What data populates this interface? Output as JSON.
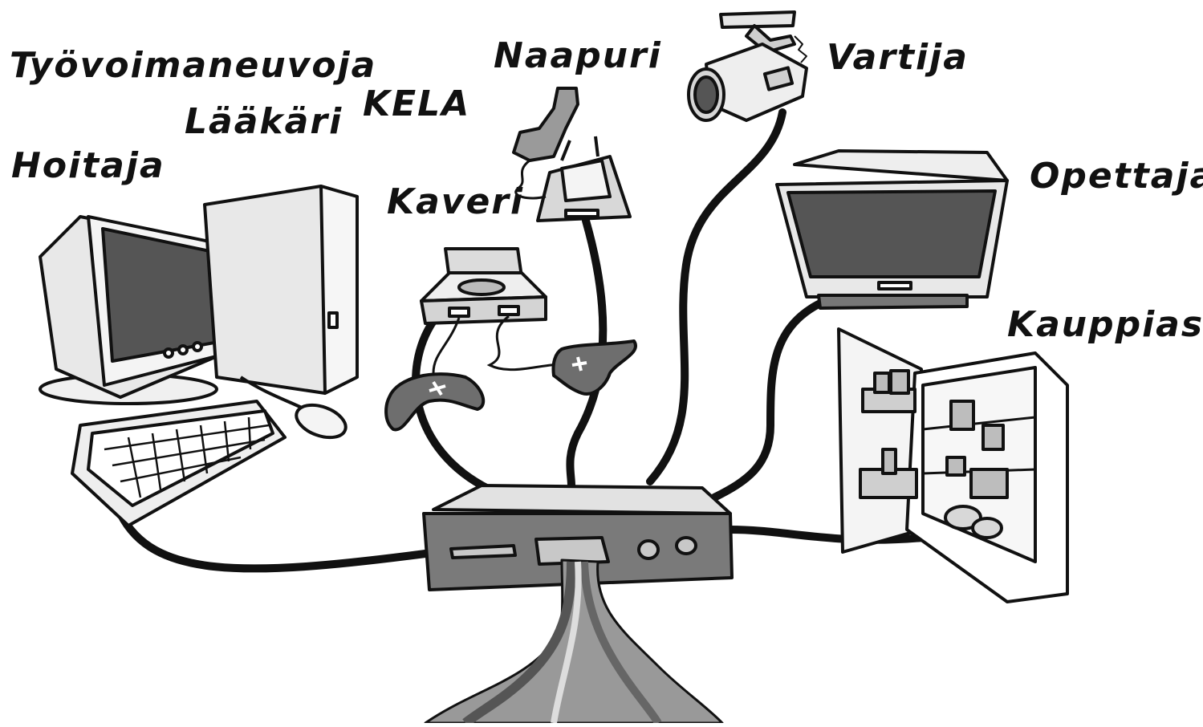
{
  "labels": {
    "tyovoimaneuvoja": "Työvoimaneuvoja",
    "laakari": "Lääkäri",
    "kela": "KELA",
    "hoitaja": "Hoitaja",
    "naapuri": "Naapuri",
    "kaveri": "Kaveri",
    "vartija": "Vartija",
    "opettaja": "Opettaja",
    "kauppias": "Kauppias"
  },
  "colors": {
    "ink": "#111111",
    "screen": "#555555",
    "device_light": "#e6e6e6",
    "device_mid": "#9a9a9a",
    "hub": "#7a7a7a",
    "controller": "#6e6e6e"
  },
  "icons": [
    "computer-icon",
    "keyboard-icon",
    "mouse-icon",
    "game-console-icon",
    "gamepad-icon",
    "telephone-icon",
    "security-camera-icon",
    "tv-icon",
    "refrigerator-icon",
    "hub-box-icon"
  ]
}
